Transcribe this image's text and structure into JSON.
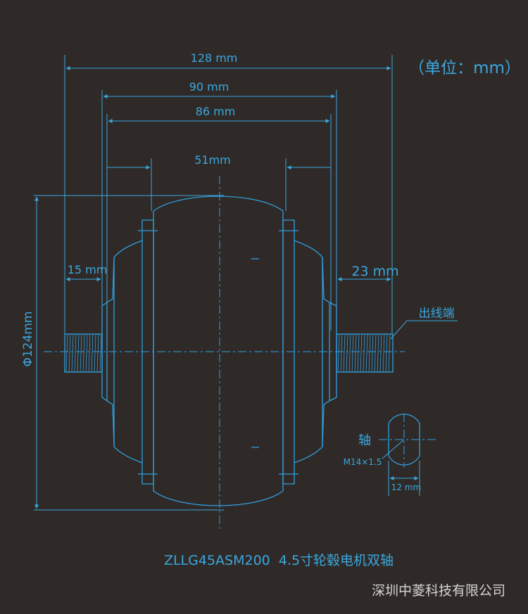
{
  "units_note": "（单位：mm）",
  "dimensions": {
    "overall_length": "128 mm",
    "width_90": "90 mm",
    "width_86": "86 mm",
    "hub_51": "51mm",
    "left_shaft": "15 mm",
    "right_shaft": "23 mm",
    "diameter": "Φ124mm"
  },
  "labels": {
    "cable_end": "出线端",
    "shaft": "轴",
    "thread": "M14×1.5",
    "flat_width": "12 mm"
  },
  "caption": "ZLLG45ASM200  4.5寸轮毂电机双轴",
  "company": "深圳中菱科技有限公司",
  "colors": {
    "background": "#2f2a27",
    "line": "#2f9fe0",
    "text": "#3aa7e0"
  }
}
